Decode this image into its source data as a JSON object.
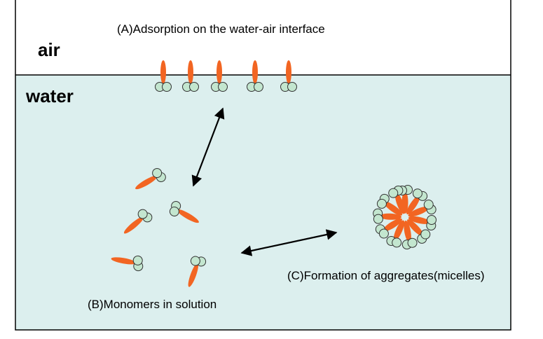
{
  "labels": {
    "air": "air",
    "water": "water",
    "adsorption": "(A)Adsorption on the water-air interface",
    "monomers": "(B)Monomers in solution",
    "aggregates": "(C)Formation of aggregates(micelles)"
  },
  "colors": {
    "water": "#dcefee",
    "tail": "#f26522",
    "head_fill": "#c3e6cf",
    "head_stroke": "#333333",
    "arrow": "#000000",
    "border": "#000000"
  }
}
